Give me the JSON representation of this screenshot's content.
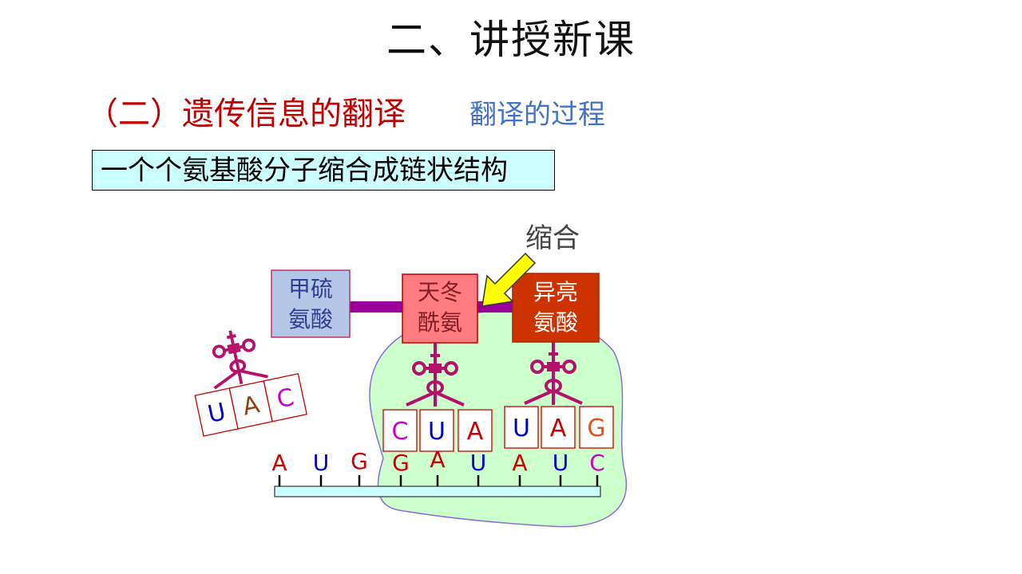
{
  "title": "二、讲授新课",
  "section_title": "（二）遗传信息的翻译",
  "subsection_title": "翻译的过程",
  "boxed_statement": "一个个氨基酸分子缩合成链状结构",
  "condensation_label": "缩合",
  "amino_acids": [
    {
      "line1": "甲硫",
      "line2": "氨酸",
      "fill": "#b4c7e7",
      "text_color": "#2e3f8f"
    },
    {
      "line1": "天冬",
      "line2": "酰氨",
      "fill": "#ff7c80",
      "text_color": "#7f1f24"
    },
    {
      "line1": "异亮",
      "line2": "氨酸",
      "fill": "#cc3300",
      "text_color": "#ffffff"
    }
  ],
  "released_trna_anticodon": [
    {
      "base": "U",
      "color": "#0000cc"
    },
    {
      "base": "A",
      "color": "#8b4513"
    },
    {
      "base": "C",
      "color": "#cc00cc"
    }
  ],
  "trna_anticodons": [
    [
      {
        "base": "C",
        "color": "#cc00cc"
      },
      {
        "base": "U",
        "color": "#0000cc"
      },
      {
        "base": "A",
        "color": "#cc0000"
      }
    ],
    [
      {
        "base": "U",
        "color": "#0000cc"
      },
      {
        "base": "A",
        "color": "#cc0000"
      },
      {
        "base": "G",
        "color": "#e2541b"
      }
    ]
  ],
  "mrna_bases": [
    {
      "base": "A",
      "color": "#cc0000"
    },
    {
      "base": "U",
      "color": "#0000cc"
    },
    {
      "base": "G",
      "color": "#cc0000"
    },
    {
      "base": "G",
      "color": "#cc0000"
    },
    {
      "base": "A",
      "color": "#cc0000"
    },
    {
      "base": "U",
      "color": "#0000cc"
    },
    {
      "base": "A",
      "color": "#cc0000"
    },
    {
      "base": "U",
      "color": "#0000cc"
    },
    {
      "base": "C",
      "color": "#cc00cc"
    }
  ],
  "colors": {
    "ribosome": "#ccffcc",
    "ribosome_border": "#8a6fd6",
    "peptide_bond": "#990099",
    "trna": "#b5106b",
    "mrna": "#ccffff",
    "arrow": "#ffff00",
    "codon_box_border": "#cc0000"
  }
}
